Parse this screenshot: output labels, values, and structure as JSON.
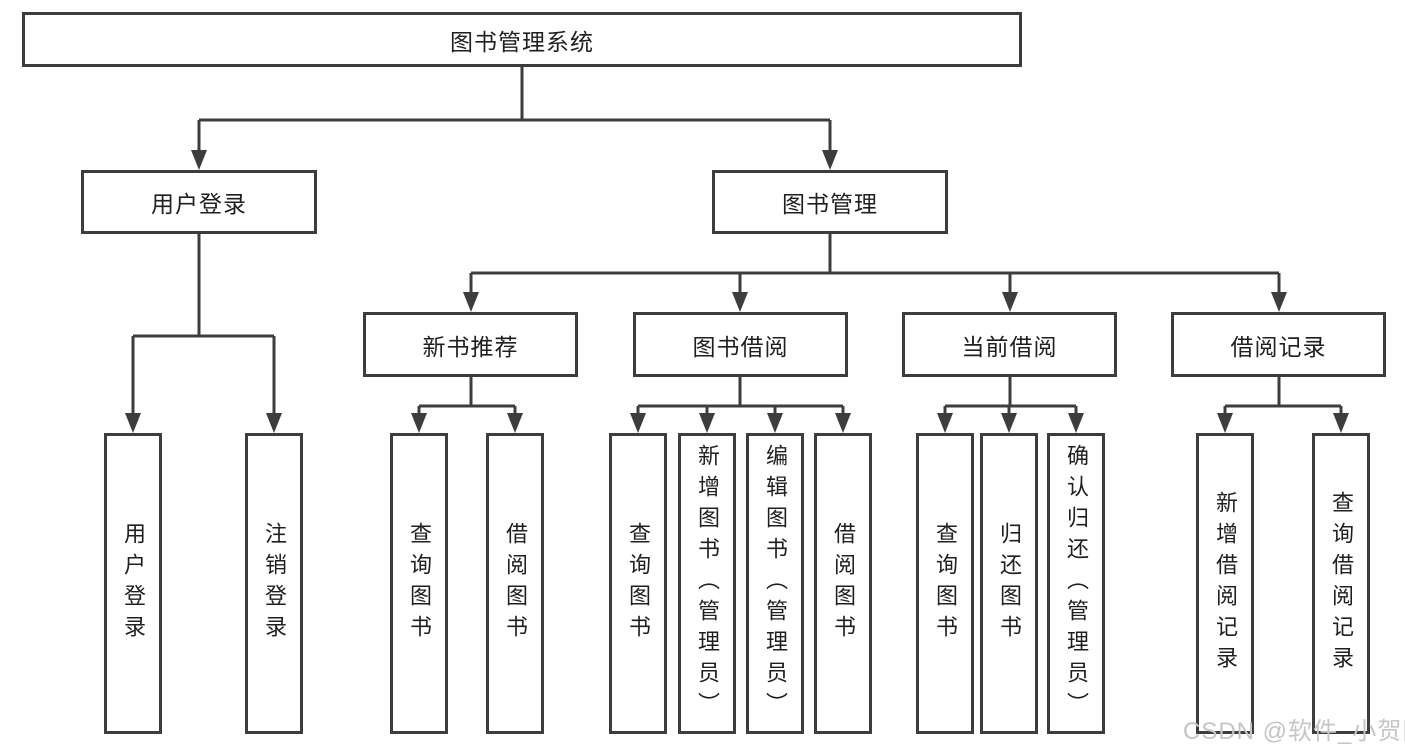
{
  "colors": {
    "border": "#3d3d3d",
    "line": "#3d3d3d",
    "text": "#1f1f1f",
    "background": "#ffffff",
    "watermark": "#c5c5c5"
  },
  "tree": {
    "label": "图书管理系统",
    "children": [
      {
        "label": "用户登录",
        "children": [
          {
            "label": "用户登录"
          },
          {
            "label": "注销登录"
          }
        ]
      },
      {
        "label": "图书管理",
        "children": [
          {
            "label": "新书推荐",
            "children": [
              {
                "label": "查询图书"
              },
              {
                "label": "借阅图书"
              }
            ]
          },
          {
            "label": "图书借阅",
            "children": [
              {
                "label": "查询图书"
              },
              {
                "label": "新增图书（管理员）"
              },
              {
                "label": "编辑图书（管理员）"
              },
              {
                "label": "借阅图书"
              }
            ]
          },
          {
            "label": "当前借阅",
            "children": [
              {
                "label": "查询图书"
              },
              {
                "label": "归还图书"
              },
              {
                "label": "确认归还（管理员）"
              }
            ]
          },
          {
            "label": "借阅记录",
            "children": [
              {
                "label": "新增借阅记录"
              },
              {
                "label": "查询借阅记录"
              }
            ]
          }
        ]
      }
    ]
  },
  "watermark": {
    "text": "CSDN @软件_小贺同学"
  }
}
